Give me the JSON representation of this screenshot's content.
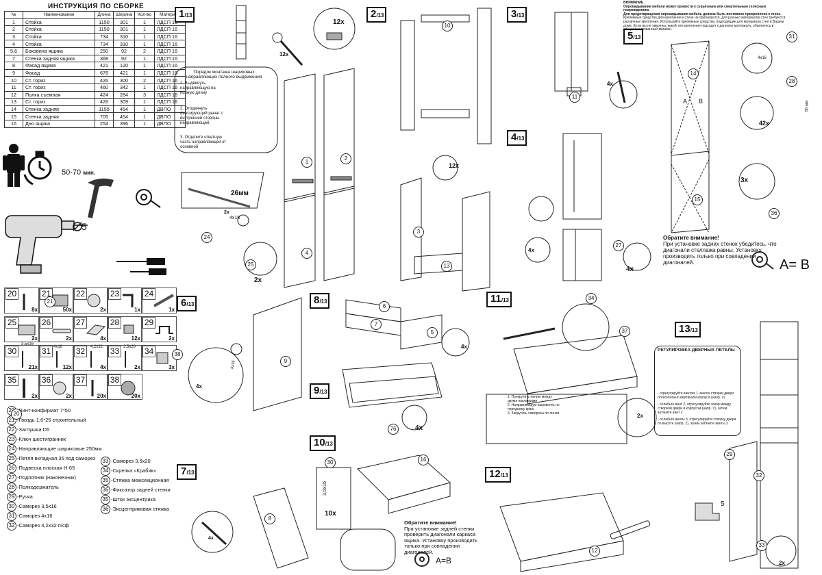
{
  "parts_table": {
    "title": "ИНСТРУКЦИЯ ПО СБОРКЕ",
    "headers": [
      "№",
      "Наименование",
      "Длина",
      "Ширина",
      "Кол-во",
      "Материал"
    ],
    "rows": [
      [
        "1",
        "Стойка",
        "1150",
        "301",
        "1",
        "ЛДСП 16"
      ],
      [
        "2",
        "Стойка",
        "1150",
        "301",
        "1",
        "ЛДСП 16"
      ],
      [
        "3",
        "Стойка",
        "734",
        "310",
        "1",
        "ЛДСП 16"
      ],
      [
        "4",
        "Стойка",
        "734",
        "310",
        "1",
        "ЛДСП 16"
      ],
      [
        "5,6",
        "Боковина ящика",
        "250",
        "92",
        "2",
        "ЛДСП 16"
      ],
      [
        "7",
        "Стенка задняя ящика",
        "368",
        "92",
        "1",
        "ЛДСП 16"
      ],
      [
        "8",
        "Фасад ящика",
        "421",
        "120",
        "1",
        "ЛДСП 16"
      ],
      [
        "9",
        "Фасад",
        "678",
        "421",
        "1",
        "ЛДСП 16"
      ],
      [
        "10",
        "Ст. гориз",
        "426",
        "300",
        "2",
        "ЛДСП 16"
      ],
      [
        "11",
        "Ст. гориз",
        "460",
        "342",
        "1",
        "ЛДСП 16"
      ],
      [
        "12",
        "Полка съемная",
        "424",
        "284",
        "3",
        "ЛДСП 16"
      ],
      [
        "13",
        "Ст. гориз",
        "426",
        "309",
        "1",
        "ЛДСП 16"
      ],
      [
        "14",
        "Стенка задняя",
        "1155",
        "454",
        "1",
        "ДВПО"
      ],
      [
        "15",
        "Стенка задняя",
        "705",
        "454",
        "1",
        "ДВПО"
      ],
      [
        "16",
        "Дно ящика",
        "254",
        "396",
        "1",
        "ДВПО"
      ]
    ]
  },
  "tools": {
    "time": "50-70",
    "time_unit": "мин.",
    "drill_size": "5"
  },
  "steps": {
    "total": "/13",
    "labels": [
      "1",
      "2",
      "3",
      "4",
      "5",
      "6",
      "7",
      "8",
      "9",
      "10",
      "11",
      "12",
      "13"
    ]
  },
  "hardware": [
    {
      "n": "20",
      "q": "8x"
    },
    {
      "n": "21",
      "q": "50x"
    },
    {
      "n": "22",
      "q": "2x"
    },
    {
      "n": "23",
      "q": "1x"
    },
    {
      "n": "24",
      "q": "1x"
    },
    {
      "n": "25",
      "q": "2x"
    },
    {
      "n": "26",
      "q": "2x"
    },
    {
      "n": "27",
      "q": "4x"
    },
    {
      "n": "28",
      "q": "12x"
    },
    {
      "n": "29",
      "q": "2x"
    },
    {
      "n": "30",
      "q": "21x"
    },
    {
      "n": "31",
      "q": "12x"
    },
    {
      "n": "32",
      "q": "4x"
    },
    {
      "n": "33",
      "q": "2x"
    },
    {
      "n": "34",
      "q": "3x"
    },
    {
      "n": "35",
      "q": "2x"
    },
    {
      "n": "36",
      "q": "2x"
    },
    {
      "n": "37",
      "q": "20x"
    },
    {
      "n": "38",
      "q": "20x"
    }
  ],
  "hardware_sizes": {
    "s30": "3,5x16",
    "s31": "4x16",
    "s32": "4,2x32",
    "s33": "3,5x20"
  },
  "legend_left": [
    {
      "n": "20",
      "t": "-Винт-конфирмат 7*50"
    },
    {
      "n": "21",
      "t": "-Гвоздь 1,6*25 строительный"
    },
    {
      "n": "22",
      "t": "-Заглушка D5"
    },
    {
      "n": "23",
      "t": "-Ключ шестигранник"
    },
    {
      "n": "24",
      "t": "-Направляющие шариковые 250мм"
    },
    {
      "n": "25",
      "t": "-Петля вкладная 35 под саморез"
    },
    {
      "n": "26",
      "t": "-Подвеска плоская Н-65"
    },
    {
      "n": "27",
      "t": "-Подпятник (наконечник)"
    },
    {
      "n": "28",
      "t": "-Полкодержатель"
    },
    {
      "n": "29",
      "t": "-Ручка"
    },
    {
      "n": "30",
      "t": "-Саморез 3,5х16"
    },
    {
      "n": "31",
      "t": "-Саморез 4х16"
    },
    {
      "n": "32",
      "t": "-Саморез 4,2х32 п/сф"
    }
  ],
  "legend_right": [
    {
      "n": "33",
      "t": "-Саморез 3,5х20"
    },
    {
      "n": "34",
      "t": "-Скрепка «Крабик»"
    },
    {
      "n": "35",
      "t": "-Стяжка межсекционная"
    },
    {
      "n": "36",
      "t": "-Фиксатор задней стенки"
    },
    {
      "n": "35",
      "t": "-Шток эксцентрика"
    },
    {
      "n": "36",
      "t": "-Эксцентриковая стяжка"
    }
  ],
  "rails_note": {
    "title": "Порядок монтажа шариковых направляющих полного выдвижения",
    "s1": "1. Выдвинуть направляющую на полную длину",
    "s2": "2. Отодвинуть фиксирующий рычаг с внутренней стороны направляющей.",
    "s3": "3. Отделите ответную часть направляющей от основной"
  },
  "step1": {
    "qty_28": "12x",
    "qty_37": "12x",
    "dim": "26мм",
    "screw_31": "4x16",
    "qty_2x": "2x",
    "qty_1": "2x"
  },
  "step2": {
    "qty": "12x"
  },
  "step3": {
    "qty": "4x"
  },
  "step4": {
    "qty_36": "4x",
    "qty_21": "4x"
  },
  "warning_top": {
    "title": "ВНИМАНИЕ",
    "line1": "Опрокидывание мебели может привести к серьёзным или смертельным телесным повреждениям.",
    "line2": "Для предотвращения опрокидывания мебель должна быть постоянно прикреплена к стене.",
    "line3": "Крепежные средства для крепления к стене не прилагаются, для разных материалов стен требуются различные крепления. Используйте крепежные средства, подходящие для материала стен в Вашем доме. Если вы не уверены, какой тип крепления подходит к данному материалу, обратитесь в специализированный магазин."
  },
  "step5": {
    "A": "A",
    "B": "B",
    "screw": "4x16",
    "qty_42": "42x",
    "dim": "50 мм",
    "qty_3": "3x",
    "note_title": "Обратите внимание!",
    "note_text": "При установке задних стенок убедитесь, что диагонали стеллажа равны. Установку производить только при совпадении диагоналей.",
    "eq": "A= B"
  },
  "step6": {
    "qty": "4x",
    "screw": "4x16"
  },
  "step7": {
    "qty": "4x"
  },
  "step8": {
    "qty": "4x"
  },
  "step9": {
    "qty": "4x"
  },
  "step10": {
    "qty": "10x",
    "size": "3,5x16",
    "note_title": "Обратите внимание!",
    "note_text": "При установке задней стенки проверить диагонали каркаса ящика. Установку производить только при совпадении диагоналей.",
    "eq": "A=B"
  },
  "step11": {
    "qty": "2x",
    "i1": "1. Прокрутить линию между двумя накладками",
    "i2": "2. Направляющую выровнять по переднему краю",
    "i3": "3. Закрутить саморезы по линии"
  },
  "step13": {
    "title": "РЕГУЛИРОВКА ДВЕРНЫХ ПЕТЕЛЬ:",
    "t1": "- отрегулируйте винтом 1 наклон створки двери относительно вертикали корпуса (напр. Х)",
    "t2": "- ослабьте винт 2, отрегулируйте зазор между створкой двери и корпусом (напр. У), затем затяните винт 2",
    "t3": "- ослабьте винты 3, отрегулируйте створку двери по высоте (напр. Z), затем затяните винты 3",
    "qty": "2x",
    "drill": "5"
  },
  "callouts": [
    "1",
    "2",
    "3",
    "4",
    "5",
    "6",
    "7",
    "8",
    "9",
    "10",
    "11",
    "12",
    "13",
    "14",
    "15",
    "16",
    "20",
    "21",
    "24",
    "25",
    "27",
    "28",
    "29",
    "30",
    "31",
    "32",
    "33",
    "34",
    "36",
    "37",
    "38",
    "76"
  ]
}
